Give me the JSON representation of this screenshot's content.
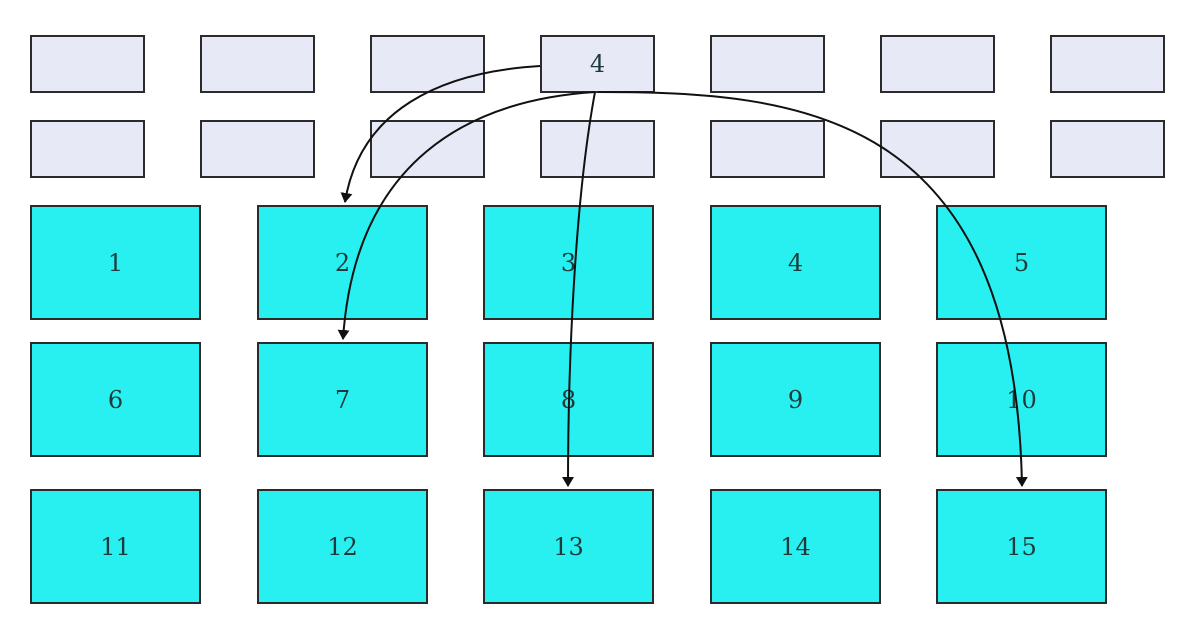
{
  "diagram": {
    "colors": {
      "small_fill": "#e7eaf6",
      "grid_fill": "#28f0f0",
      "border": "#2b2b2b",
      "edge": "#111111",
      "label": "#1e3a3a"
    },
    "top_row": [
      "",
      "",
      "",
      "4",
      "",
      "",
      ""
    ],
    "second_row": [
      "",
      "",
      "",
      "",
      "",
      "",
      ""
    ],
    "grid": [
      [
        "1",
        "2",
        "3",
        "4",
        "5"
      ],
      [
        "6",
        "7",
        "8",
        "9",
        "10"
      ],
      [
        "11",
        "12",
        "13",
        "14",
        "15"
      ]
    ],
    "edges": [
      {
        "from": "top-4",
        "to": "2"
      },
      {
        "from": "top-4",
        "to": "7"
      },
      {
        "from": "top-4",
        "to": "13"
      },
      {
        "from": "top-4",
        "to": "15"
      }
    ]
  }
}
